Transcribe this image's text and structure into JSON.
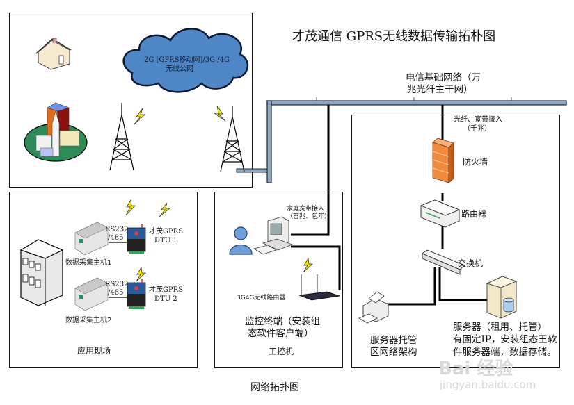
{
  "title": "才茂通信 GPRS无线数据传输拓朴图",
  "caption": "网络拓扑图",
  "cloud": {
    "line1": "2G [GPRS移动网]/3G /4G",
    "line2": "无线公网"
  },
  "backbone": {
    "label_line1": "电信基础网络（万",
    "label_line2": "兆光纤主干网）"
  },
  "field_site": {
    "panel_label": "应用现场",
    "collector1": "数据采集主机1",
    "collector2": "数据采集主机2",
    "interface1_line1": "RS232",
    "interface1_line2": "/485",
    "interface2_line1": "RS232",
    "interface2_line2": "/485",
    "dtu1_line1": "才茂GPRS",
    "dtu1_line2": "DTU 1",
    "dtu2_line1": "才茂GPRS",
    "dtu2_line2": "DTU 2"
  },
  "control_pc": {
    "panel_label": "工控机",
    "access_line1": "家庭宽带接入",
    "access_line2": "（首兆、包年）",
    "router_label": "3G4G无线路由器",
    "terminal_line1": "监控终端（安装组",
    "terminal_line2": "态软件客户端）"
  },
  "server_zone": {
    "access_line1": "光纤、宽带接入",
    "access_line2": "（千兆）",
    "firewall": "防火墙",
    "router": "路由器",
    "switch": "交换机",
    "zone_line1": "服务器托管",
    "zone_line2": "区网络架构",
    "server_line1": "服务器（租用、托管）",
    "server_line2": "有固定IP，安装组态王软",
    "server_line3": "件服务器端，数据存储。"
  },
  "watermark": {
    "logo": "Bai 经验",
    "url": "jingyan.baidu.com"
  },
  "colors": {
    "cloud": "#4f86c6",
    "cloud_outline": "#0d1a33",
    "lightning": "#f2e600",
    "firewall": "#f08a3c",
    "backbone_fill": "#8fa6bf",
    "ground": "#2e8b57"
  }
}
